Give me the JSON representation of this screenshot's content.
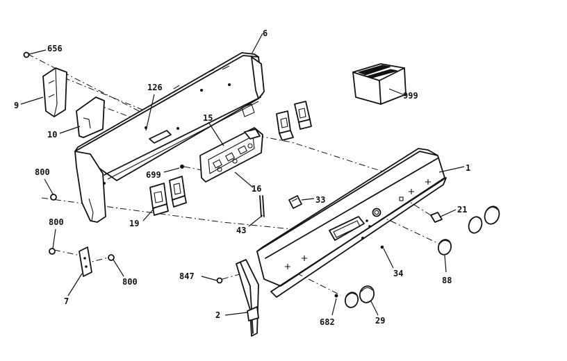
{
  "diagram": {
    "callouts": {
      "c656": "656",
      "c9": "9",
      "c10": "10",
      "c126": "126",
      "c6": "6",
      "c15": "15",
      "c16": "16",
      "c699": "699",
      "c800a": "800",
      "c800b": "800",
      "c800c": "800",
      "c19": "19",
      "c7": "7",
      "c43": "43",
      "c33": "33",
      "c999": "999",
      "c1": "1",
      "c21": "21",
      "c88": "88",
      "c34": "34",
      "c847": "847",
      "c2": "2",
      "c682": "682",
      "c29": "29"
    }
  }
}
